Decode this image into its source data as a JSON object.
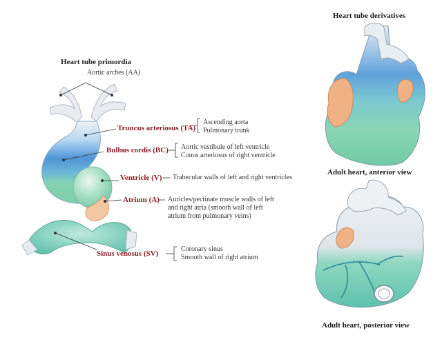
{
  "primordia_title": "Heart tube primordia",
  "aortic_arches_label": "Aortic arches (AA)",
  "regions": [
    {
      "name": "Truncus arteriosus (TA)",
      "derivatives": [
        "Ascending aorta",
        "Pulmonary trunk"
      ]
    },
    {
      "name": "Bulbus cordis (BC)",
      "derivatives": [
        "Aortic vestibule of left ventricle",
        "Conus arteriosus of right ventricle"
      ]
    },
    {
      "name": "Ventricle (V)",
      "derivatives": [
        "Trabecular walls of left and right ventricles"
      ]
    },
    {
      "name": "Atrium (A)",
      "derivatives": [
        "Auricles/pectinate muscle walls of left",
        "and right atria (smooth wall of left",
        "atrium from pulmonary veins)"
      ]
    },
    {
      "name": "Sinus venosus (SV)",
      "derivatives": [
        "Coronary sinus",
        "Smooth wall of right atrium"
      ]
    }
  ],
  "derivatives_title": "Heart tube derivatives",
  "anterior_caption": "Adult heart, anterior view",
  "posterior_caption": "Adult heart, posterior view",
  "colors": {
    "truncus": "#9fc8ec",
    "bulbus": "#4a90d6",
    "ventricle": "#7fcfae",
    "atrium": "#f0b184",
    "sinus": "#6ec4b0",
    "vessel": "#e8ecf0",
    "label": "#8b1c24"
  }
}
